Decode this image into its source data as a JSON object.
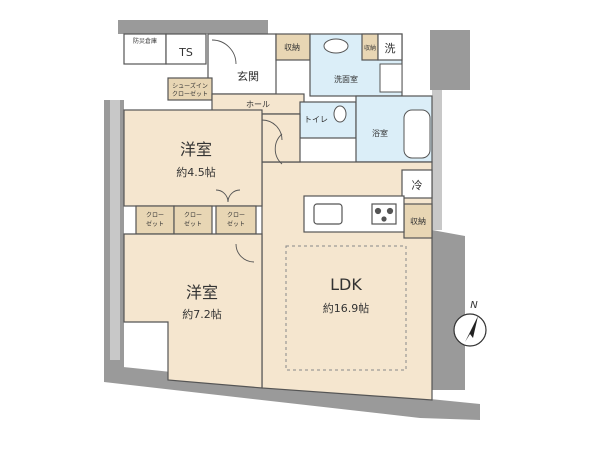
{
  "rooms": {
    "bedroom_north": {
      "name": "洋室",
      "area": "約4.5帖"
    },
    "bedroom_south": {
      "name": "洋室",
      "area": "約7.2帖"
    },
    "ldk": {
      "name": "LDK",
      "area": "約16.9帖"
    },
    "entrance": "玄関",
    "hall": "ホール",
    "washroom": "洗面室",
    "bathroom": "浴室",
    "toilet": "トイレ",
    "laundry": "洗",
    "fridge": "冷",
    "trunk_space": "TS",
    "disaster_storage": "防災倉庫"
  },
  "storage": {
    "entry_storage": "収納",
    "wash_storage": "収納",
    "kitchen_storage": "収納",
    "shoes_in_closet": [
      "シューズイン",
      "クローゼット"
    ],
    "closet_a": [
      "クロー",
      "ゼット"
    ],
    "closet_b": [
      "クロー",
      "ゼット"
    ],
    "closet_c": [
      "クロー",
      "ゼット"
    ]
  },
  "compass": {
    "label": "N"
  },
  "colors": {
    "floor_beige": "#f5e6cf",
    "bath_blue": "#dbeef8",
    "storage_tan": "#e8d6b4",
    "wall_gray": "#8a8a8a",
    "line": "#555555",
    "outer_gray": "#aaaaaa"
  }
}
